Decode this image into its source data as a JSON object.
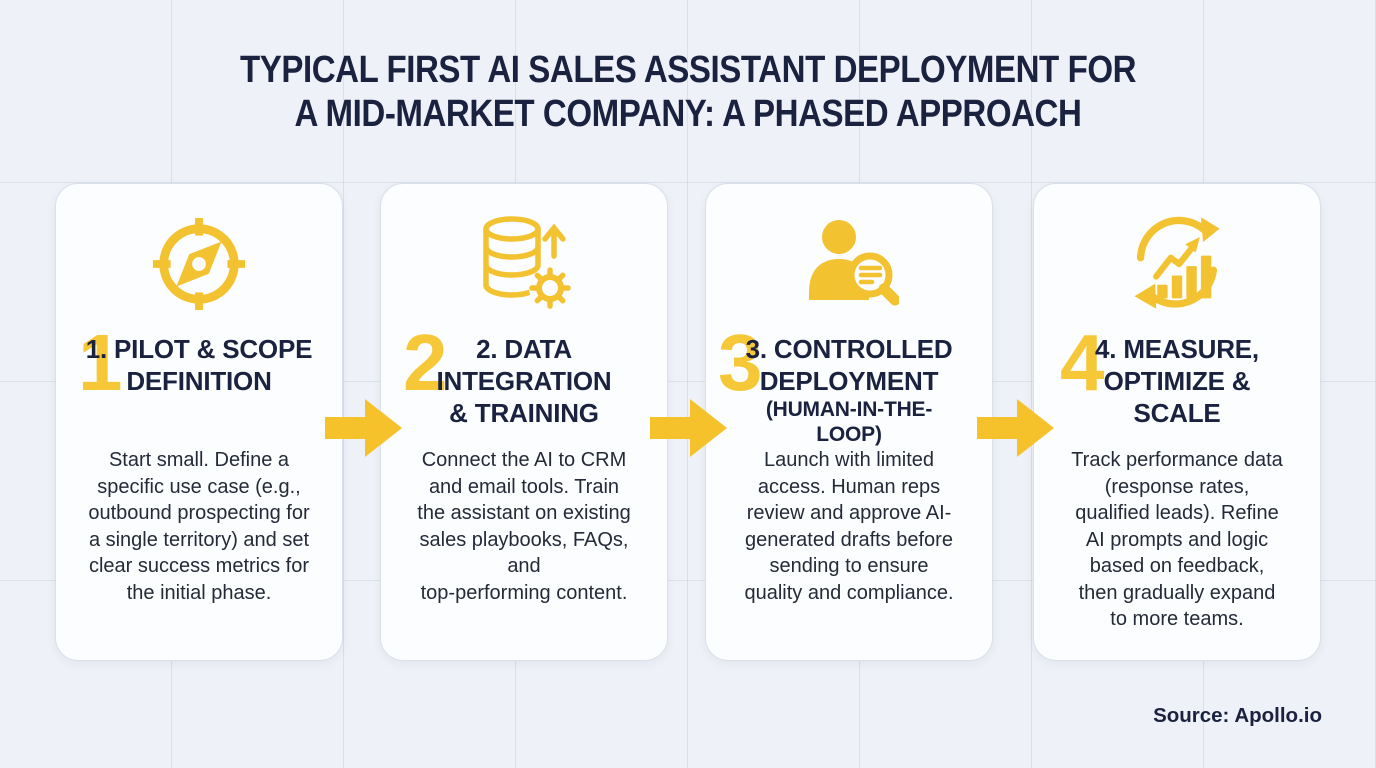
{
  "colors": {
    "page_bg": "#EEF1F7",
    "card_bg": "#FCFDFE",
    "accent_yellow": "#F2C230",
    "number_yellow": "#F6C838",
    "arrow_yellow": "#F5C22C",
    "navy": "#1A2240",
    "body_text": "#242A38"
  },
  "title": "TYPICAL FIRST AI SALES ASSISTANT DEPLOYMENT FOR\nA MID-MARKET COMPANY: A PHASED APPROACH",
  "source": "Source: Apollo.io",
  "phases": [
    {
      "number": "1",
      "icon": "compass-icon",
      "heading": "1. PILOT & SCOPE\nDEFINITION",
      "body": "Start small. Define a\nspecific use case (e.g.,\noutbound prospecting for\na single territory) and set\nclear success metrics for\nthe initial phase."
    },
    {
      "number": "2",
      "icon": "database-gear-icon",
      "heading": "2. DATA\nINTEGRATION\n& TRAINING",
      "body": "Connect the AI to CRM\nand email tools. Train\nthe assistant on existing\nsales playbooks, FAQs,\nand\ntop-performing content."
    },
    {
      "number": "3",
      "icon": "person-review-icon",
      "heading": "3. CONTROLLED\nDEPLOYMENT",
      "subheading": "(HUMAN-IN-THE-\nLOOP)",
      "body": "Launch with limited\naccess. Human reps\nreview and approve AI-\ngenerated drafts before\nsending to ensure\nquality and compliance."
    },
    {
      "number": "4",
      "icon": "growth-cycle-icon",
      "heading": "4. MEASURE,\nOPTIMIZE &\nSCALE",
      "body": "Track performance data\n(response rates,\nqualified leads). Refine\nAI prompts and logic\nbased on feedback,\nthen gradually expand\nto more teams."
    }
  ]
}
